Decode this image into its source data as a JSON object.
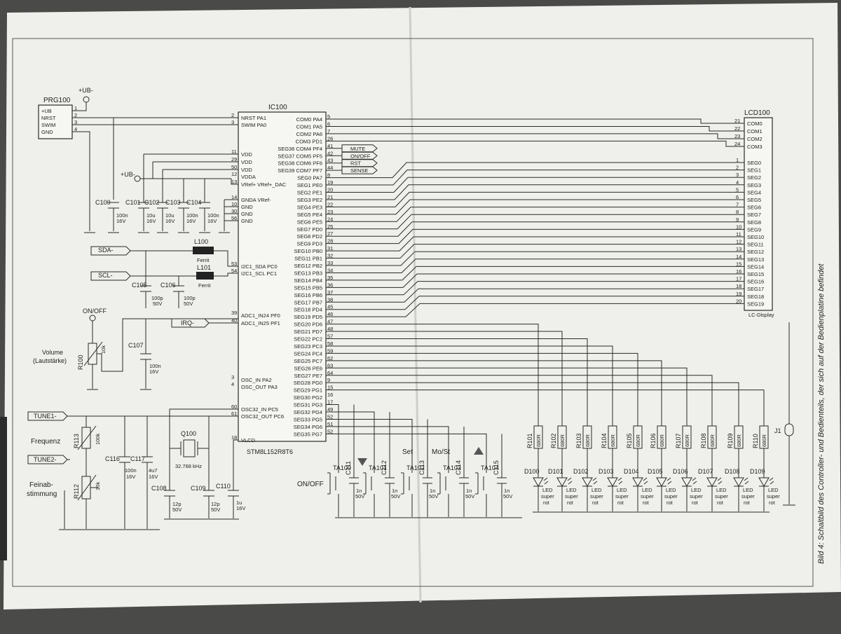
{
  "caption": "Bild 4: Schaltbild des Controller- und Bedienteils, der sich auf der Bedienplatine befindet",
  "ic": {
    "ref": "IC100",
    "part": "STM8L152R8T6",
    "left_pins": [
      {
        "num": "2",
        "name": "NRST PA1"
      },
      {
        "num": "3",
        "name": "SWIM PA0"
      },
      {
        "num": "11",
        "name": "VDD"
      },
      {
        "num": "29",
        "name": "VDD"
      },
      {
        "num": "50",
        "name": "VDD"
      },
      {
        "num": "12",
        "name": "VDDA"
      },
      {
        "num": "13",
        "name": "VRef+ VRef+_DAC"
      },
      {
        "num": "14",
        "name": "GNDA VRef-"
      },
      {
        "num": "10",
        "name": "GND"
      },
      {
        "num": "30",
        "name": "GND"
      },
      {
        "num": "56",
        "name": "GND"
      },
      {
        "num": "53",
        "name": "I2C1_SDA PC0"
      },
      {
        "num": "54",
        "name": "I2C1_SCL PC1"
      },
      {
        "num": "39",
        "name": "ADC1_IN24 PF0"
      },
      {
        "num": "40",
        "name": "ADC1_IN25 PF1"
      },
      {
        "num": "3",
        "name": "OSC_IN PA2"
      },
      {
        "num": "4",
        "name": "OSC_OUT PA3"
      },
      {
        "num": "60",
        "name": "OSC32_IN PC5"
      },
      {
        "num": "61",
        "name": "OSC32_OUT PC6"
      },
      {
        "num": "18",
        "name": "VLCD"
      }
    ],
    "right_pins": [
      {
        "num": "5",
        "name": "COM0 PA4"
      },
      {
        "num": "6",
        "name": "COM1 PA5"
      },
      {
        "num": "7",
        "name": "COM2 PA6"
      },
      {
        "num": "26",
        "name": "COM3 PD1"
      },
      {
        "num": "41",
        "name": "SEG36 COM4 PF4"
      },
      {
        "num": "42",
        "name": "SEG37 COM5 PF5"
      },
      {
        "num": "43",
        "name": "SEG38 COM6 PF6"
      },
      {
        "num": "44",
        "name": "SEG39 COM7 PF7"
      },
      {
        "num": "8",
        "name": "SEG0 PA7"
      },
      {
        "num": "19",
        "name": "SEG1 PE0"
      },
      {
        "num": "20",
        "name": "SEG2 PE1"
      },
      {
        "num": "21",
        "name": "SEG3 PE2"
      },
      {
        "num": "22",
        "name": "SEG4 PE3"
      },
      {
        "num": "23",
        "name": "SEG5 PE4"
      },
      {
        "num": "24",
        "name": "SEG6 PE5"
      },
      {
        "num": "25",
        "name": "SEG7 PD0"
      },
      {
        "num": "27",
        "name": "SEG8 PD2"
      },
      {
        "num": "28",
        "name": "SEG9 PD3"
      },
      {
        "num": "31",
        "name": "SEG10 PB0"
      },
      {
        "num": "32",
        "name": "SEG11 PB1"
      },
      {
        "num": "33",
        "name": "SEG12 PB2"
      },
      {
        "num": "34",
        "name": "SEG13 PB3"
      },
      {
        "num": "35",
        "name": "SEG14 PB4"
      },
      {
        "num": "36",
        "name": "SEG15 PB5"
      },
      {
        "num": "37",
        "name": "SEG16 PB6"
      },
      {
        "num": "38",
        "name": "SEG17 PB7"
      },
      {
        "num": "45",
        "name": "SEG18 PD4"
      },
      {
        "num": "46",
        "name": "SEG19 PD5"
      },
      {
        "num": "47",
        "name": "SEG20 PD6"
      },
      {
        "num": "48",
        "name": "SEG21 PD7"
      },
      {
        "num": "57",
        "name": "SEG22 PC2"
      },
      {
        "num": "58",
        "name": "SEG23 PC3"
      },
      {
        "num": "59",
        "name": "SEG24 PC4"
      },
      {
        "num": "62",
        "name": "SEG25 PC7"
      },
      {
        "num": "63",
        "name": "SEG26 PE6"
      },
      {
        "num": "64",
        "name": "SEG27 PE7"
      },
      {
        "num": "9",
        "name": "SEG28 PG0"
      },
      {
        "num": "15",
        "name": "SEG29 PG1"
      },
      {
        "num": "16",
        "name": "SEG30 PG2"
      },
      {
        "num": "17",
        "name": "SEG31 PG3"
      },
      {
        "num": "49",
        "name": "SEG32 PG4"
      },
      {
        "num": "52",
        "name": "SEG33 PG5"
      },
      {
        "num": "51",
        "name": "SEG34 PG6"
      },
      {
        "num": "52",
        "name": "SEG35 PG7"
      }
    ]
  },
  "lcd": {
    "ref": "LCD100",
    "label": "LC-Display",
    "com_pins": [
      {
        "num": "21",
        "name": "COM0"
      },
      {
        "num": "22",
        "name": "COM1"
      },
      {
        "num": "23",
        "name": "COM2"
      },
      {
        "num": "24",
        "name": "COM3"
      }
    ],
    "seg_pins": [
      {
        "num": "1",
        "name": "SEG0"
      },
      {
        "num": "2",
        "name": "SEG1"
      },
      {
        "num": "3",
        "name": "SEG2"
      },
      {
        "num": "4",
        "name": "SEG3"
      },
      {
        "num": "5",
        "name": "SEG4"
      },
      {
        "num": "6",
        "name": "SEG5"
      },
      {
        "num": "7",
        "name": "SEG6"
      },
      {
        "num": "8",
        "name": "SEG7"
      },
      {
        "num": "9",
        "name": "SEG8"
      },
      {
        "num": "10",
        "name": "SEG9"
      },
      {
        "num": "11",
        "name": "SEG10"
      },
      {
        "num": "12",
        "name": "SEG11"
      },
      {
        "num": "13",
        "name": "SEG12"
      },
      {
        "num": "14",
        "name": "SEG13"
      },
      {
        "num": "15",
        "name": "SEG14"
      },
      {
        "num": "16",
        "name": "SEG15"
      },
      {
        "num": "17",
        "name": "SEG16"
      },
      {
        "num": "18",
        "name": "SEG17"
      },
      {
        "num": "19",
        "name": "SEG18"
      },
      {
        "num": "20",
        "name": "SEG19"
      }
    ]
  },
  "prg": {
    "ref": "PRG100",
    "pins": [
      {
        "num": "1",
        "name": "+UB"
      },
      {
        "num": "2",
        "name": "NRST"
      },
      {
        "num": "3",
        "name": "SWIM"
      },
      {
        "num": "4",
        "name": "GND"
      }
    ]
  },
  "supply": {
    "ub_top": "+UB-",
    "ub_mid": "+UB-"
  },
  "vdd_caps": [
    {
      "ref": "C100",
      "val1": "100n",
      "val2": "16V"
    },
    {
      "ref": "C101",
      "val1": "10u",
      "val2": "16V"
    },
    {
      "ref": "C102",
      "val1": "10u",
      "val2": "16V"
    },
    {
      "ref": "C103",
      "val1": "100n",
      "val2": "16V"
    },
    {
      "ref": "C104",
      "val1": "100n",
      "val2": "16V"
    }
  ],
  "i2c": {
    "sda": "SDA-",
    "scl": "SCL-",
    "l100": "L100",
    "l101": "L101",
    "ferrite": "Ferrit",
    "c105": {
      "ref": "C105",
      "val1": "100p",
      "val2": "50V"
    },
    "c106": {
      "ref": "C106",
      "val1": "100p",
      "val2": "50V"
    }
  },
  "ports": {
    "mute": "MUTE",
    "onoff": "ON/OFF",
    "rst": "RST",
    "sense": "SENSE",
    "irq": "IRQ-",
    "onoff_left": "ON/OFF",
    "tune1": "TUNE1-",
    "tune2": "TUNE2-"
  },
  "volume": {
    "label1": "Volume",
    "label2": "(Lautstärke)",
    "ref": "R100",
    "val": "10k",
    "c107": {
      "ref": "C107",
      "val1": "100n",
      "val2": "16V"
    }
  },
  "tuning": {
    "freq": "Frequenz",
    "fine1": "Feinab-",
    "fine2": "stimmung",
    "r113": {
      "ref": "R113",
      "val": "100k"
    },
    "r112": {
      "ref": "R112",
      "val": "10k"
    },
    "c116": {
      "ref": "C116",
      "val1": "100n",
      "val2": "16V"
    },
    "c117": {
      "ref": "C117",
      "val1": "4u7",
      "val2": "16V"
    }
  },
  "crystal": {
    "ref": "Q100",
    "freq": "32.768 kHz",
    "c108": {
      "ref": "C108",
      "val1": "12p",
      "val2": "50V"
    },
    "c109": {
      "ref": "C109",
      "val1": "12p",
      "val2": "50V"
    },
    "c110": {
      "ref": "C110",
      "val1": "1u",
      "val2": "16V"
    }
  },
  "buttons": [
    {
      "ref": "TA100",
      "label": "ON/OFF",
      "cap": "C111",
      "val1": "1n",
      "val2": "50V"
    },
    {
      "ref": "TA101",
      "label": "▼",
      "cap": "C112",
      "val1": "1n",
      "val2": "50V"
    },
    {
      "ref": "TA102",
      "label": "Set",
      "cap": "C113",
      "val1": "1n",
      "val2": "50V"
    },
    {
      "ref": "TA103",
      "label": "Mo/St",
      "cap": "C114",
      "val1": "1n",
      "val2": "50V"
    },
    {
      "ref": "TA104",
      "label": "▲",
      "cap": "C115",
      "val1": "1n",
      "val2": "50V"
    }
  ],
  "leds": {
    "resistors": [
      "R101",
      "R102",
      "R103",
      "R104",
      "R105",
      "R106",
      "R107",
      "R108",
      "R109",
      "R110"
    ],
    "res_val": "680R",
    "diodes": [
      "D100",
      "D101",
      "D102",
      "D103",
      "D104",
      "D105",
      "D106",
      "D107",
      "D108",
      "D109"
    ],
    "led_l1": "LED",
    "led_l2": "super",
    "led_l3": "rot"
  },
  "jumper": "J1"
}
